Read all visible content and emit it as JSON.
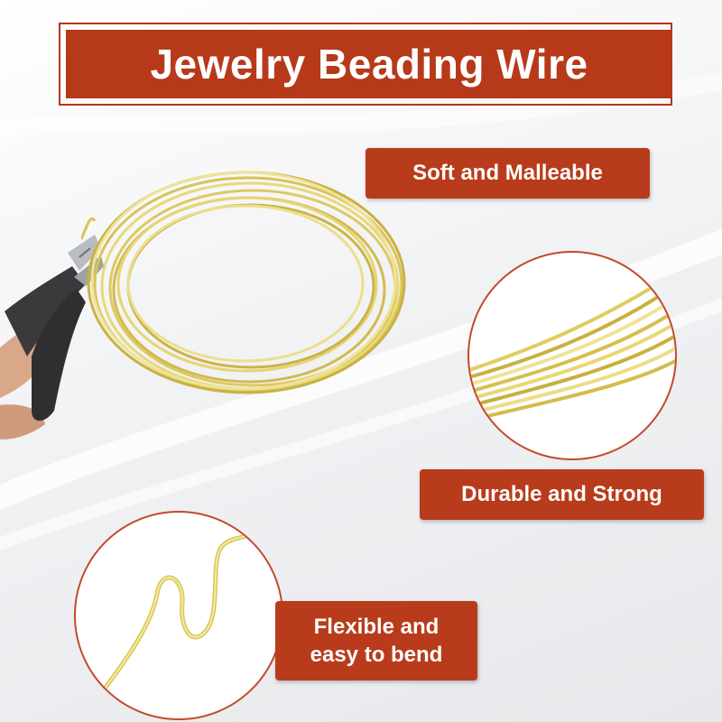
{
  "title": "Jewelry Beading Wire",
  "features": {
    "soft": "Soft and Malleable",
    "durable": "Durable and Strong",
    "flexible_line1": "Flexible and",
    "flexible_line2": "easy to bend"
  },
  "colors": {
    "accent": "#b63a1a",
    "wire_gold": "#d9c65a",
    "background": "#eef0f2"
  },
  "icons": {
    "tool": "pliers-icon",
    "product": "wire-coil-icon"
  }
}
